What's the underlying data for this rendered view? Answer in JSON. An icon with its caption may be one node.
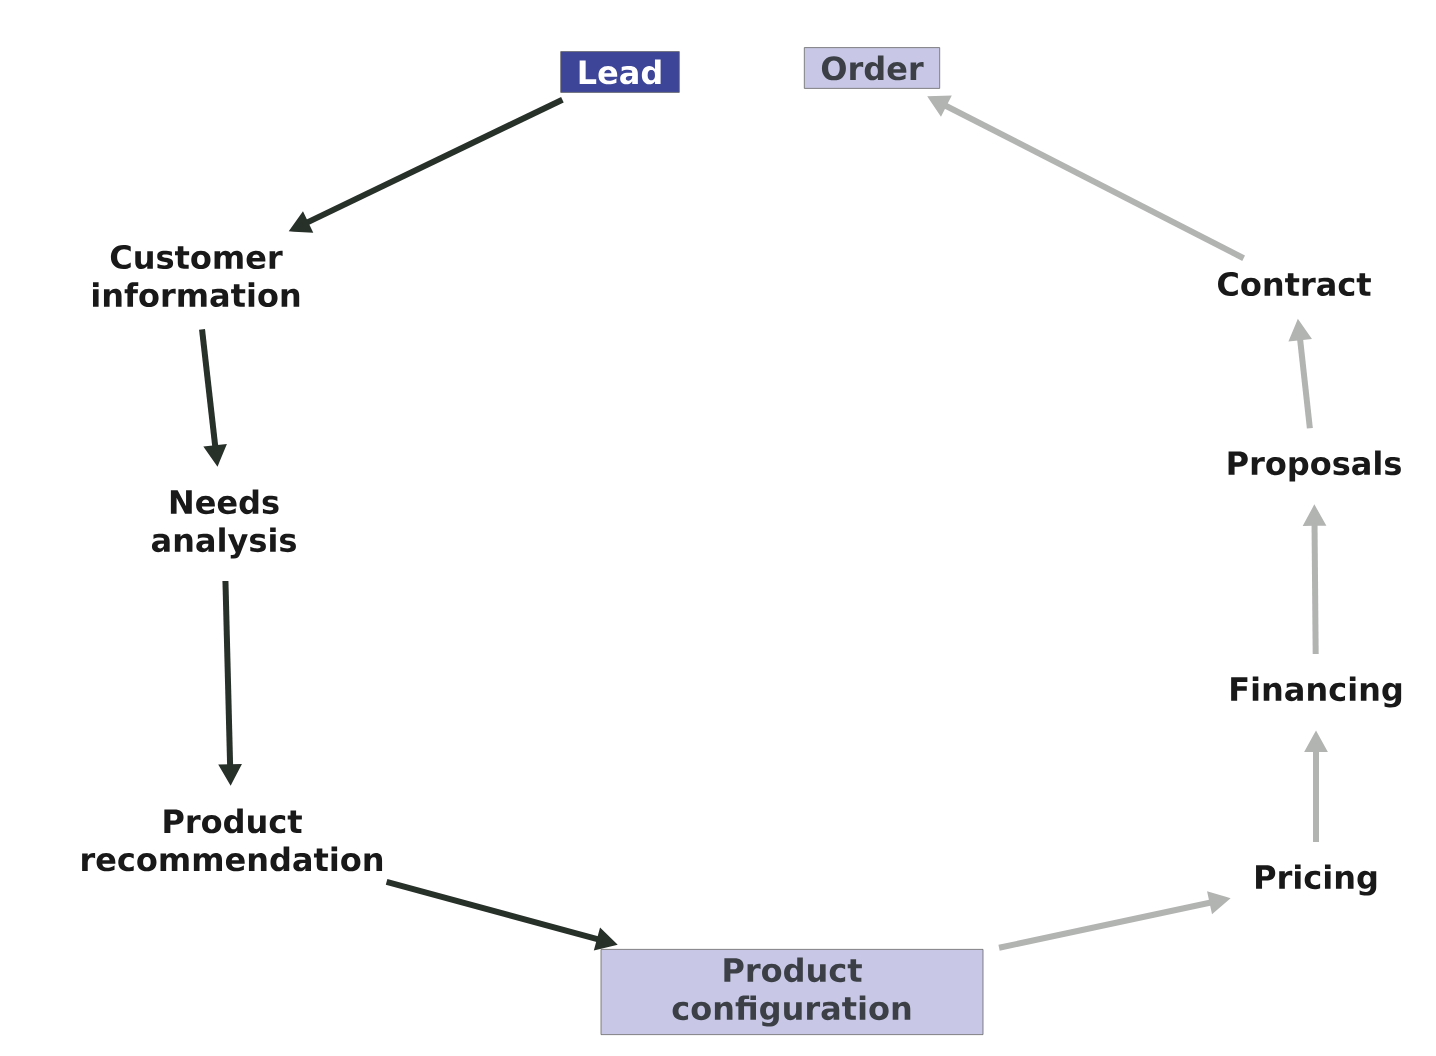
{
  "diagram": {
    "nodes": [
      {
        "text": [
          "Lead"
        ]
      },
      {
        "text": [
          "Order"
        ]
      },
      {
        "text": [
          "Customer information"
        ]
      },
      {
        "text": [
          "Needs analysis"
        ]
      },
      {
        "text": [
          "Product recommendation"
        ]
      },
      {
        "text": [
          "Product configuration"
        ]
      },
      {
        "text": [
          "Pricing"
        ]
      },
      {
        "text": [
          "Financing"
        ]
      },
      {
        "text": [
          "Proposals"
        ]
      },
      {
        "text": [
          "Contract"
        ]
      }
    ],
    "edges": [
      {
        "from": 0,
        "to": 2,
        "arrow": "to",
        "color": "#28302a"
      },
      {
        "from": 2,
        "to": 3,
        "arrow": "to",
        "color": "#28302a"
      },
      {
        "from": 3,
        "to": 4,
        "arrow": "to",
        "color": "#28302a"
      },
      {
        "from": 4,
        "to": 5,
        "arrow": "to",
        "color": "#28302a"
      },
      {
        "from": 5,
        "to": 6,
        "arrow": "to"
      },
      {
        "from": 6,
        "to": 7,
        "arrow": "to"
      },
      {
        "from": 7,
        "to": 8,
        "arrow": "to"
      },
      {
        "from": 8,
        "to": 9,
        "arrow": "to"
      },
      {
        "from": 9,
        "to": 1,
        "arrow": "to"
      }
    ]
  }
}
